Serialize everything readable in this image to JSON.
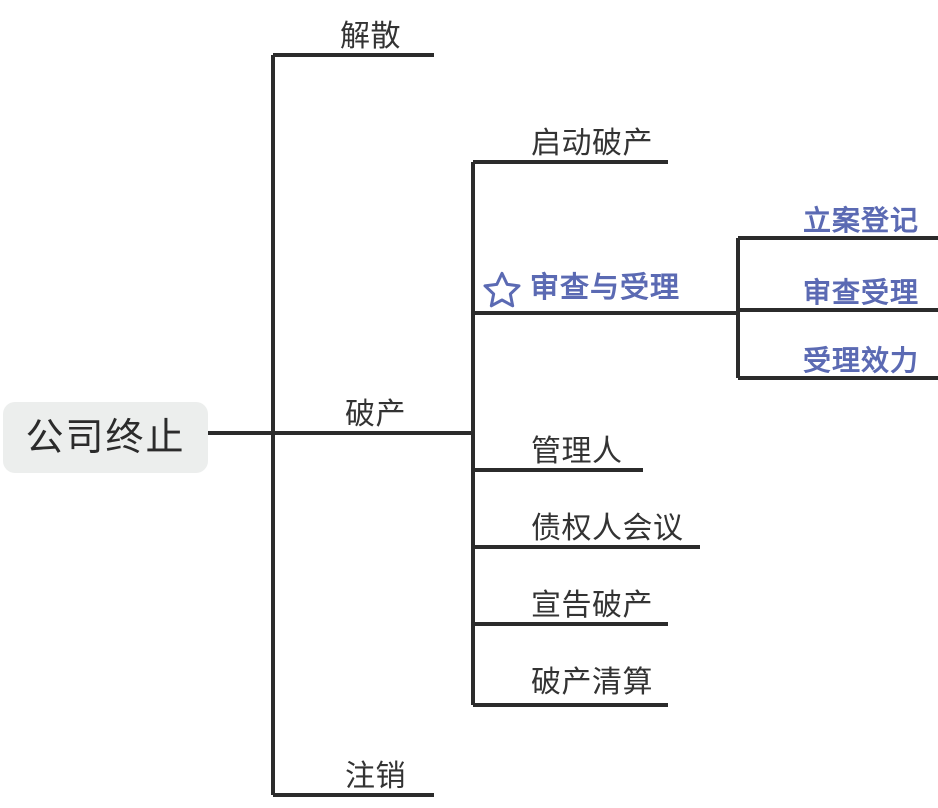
{
  "diagram": {
    "type": "mindmap",
    "title": "公司终止",
    "orientation": "left-to-right",
    "accent_color": "#5b6ab3",
    "text_color": "#333333",
    "line_color": "#2b2b2b",
    "root_fill": "#eceeed",
    "background": "#ffffff"
  },
  "root": {
    "label": "公司终止"
  },
  "level1": [
    {
      "label": "解散"
    },
    {
      "label": "破产"
    },
    {
      "label": "注销"
    }
  ],
  "level2": [
    {
      "label": "启动破产",
      "highlighted": false
    },
    {
      "label": "审查与受理",
      "highlighted": true,
      "icon": "star-icon"
    },
    {
      "label": "管理人",
      "highlighted": false
    },
    {
      "label": "债权人会议",
      "highlighted": false
    },
    {
      "label": "宣告破产",
      "highlighted": false
    },
    {
      "label": "破产清算",
      "highlighted": false
    }
  ],
  "level3": [
    {
      "label": "立案登记",
      "highlighted": true
    },
    {
      "label": "审查受理",
      "highlighted": true
    },
    {
      "label": "受理效力",
      "highlighted": true
    }
  ]
}
